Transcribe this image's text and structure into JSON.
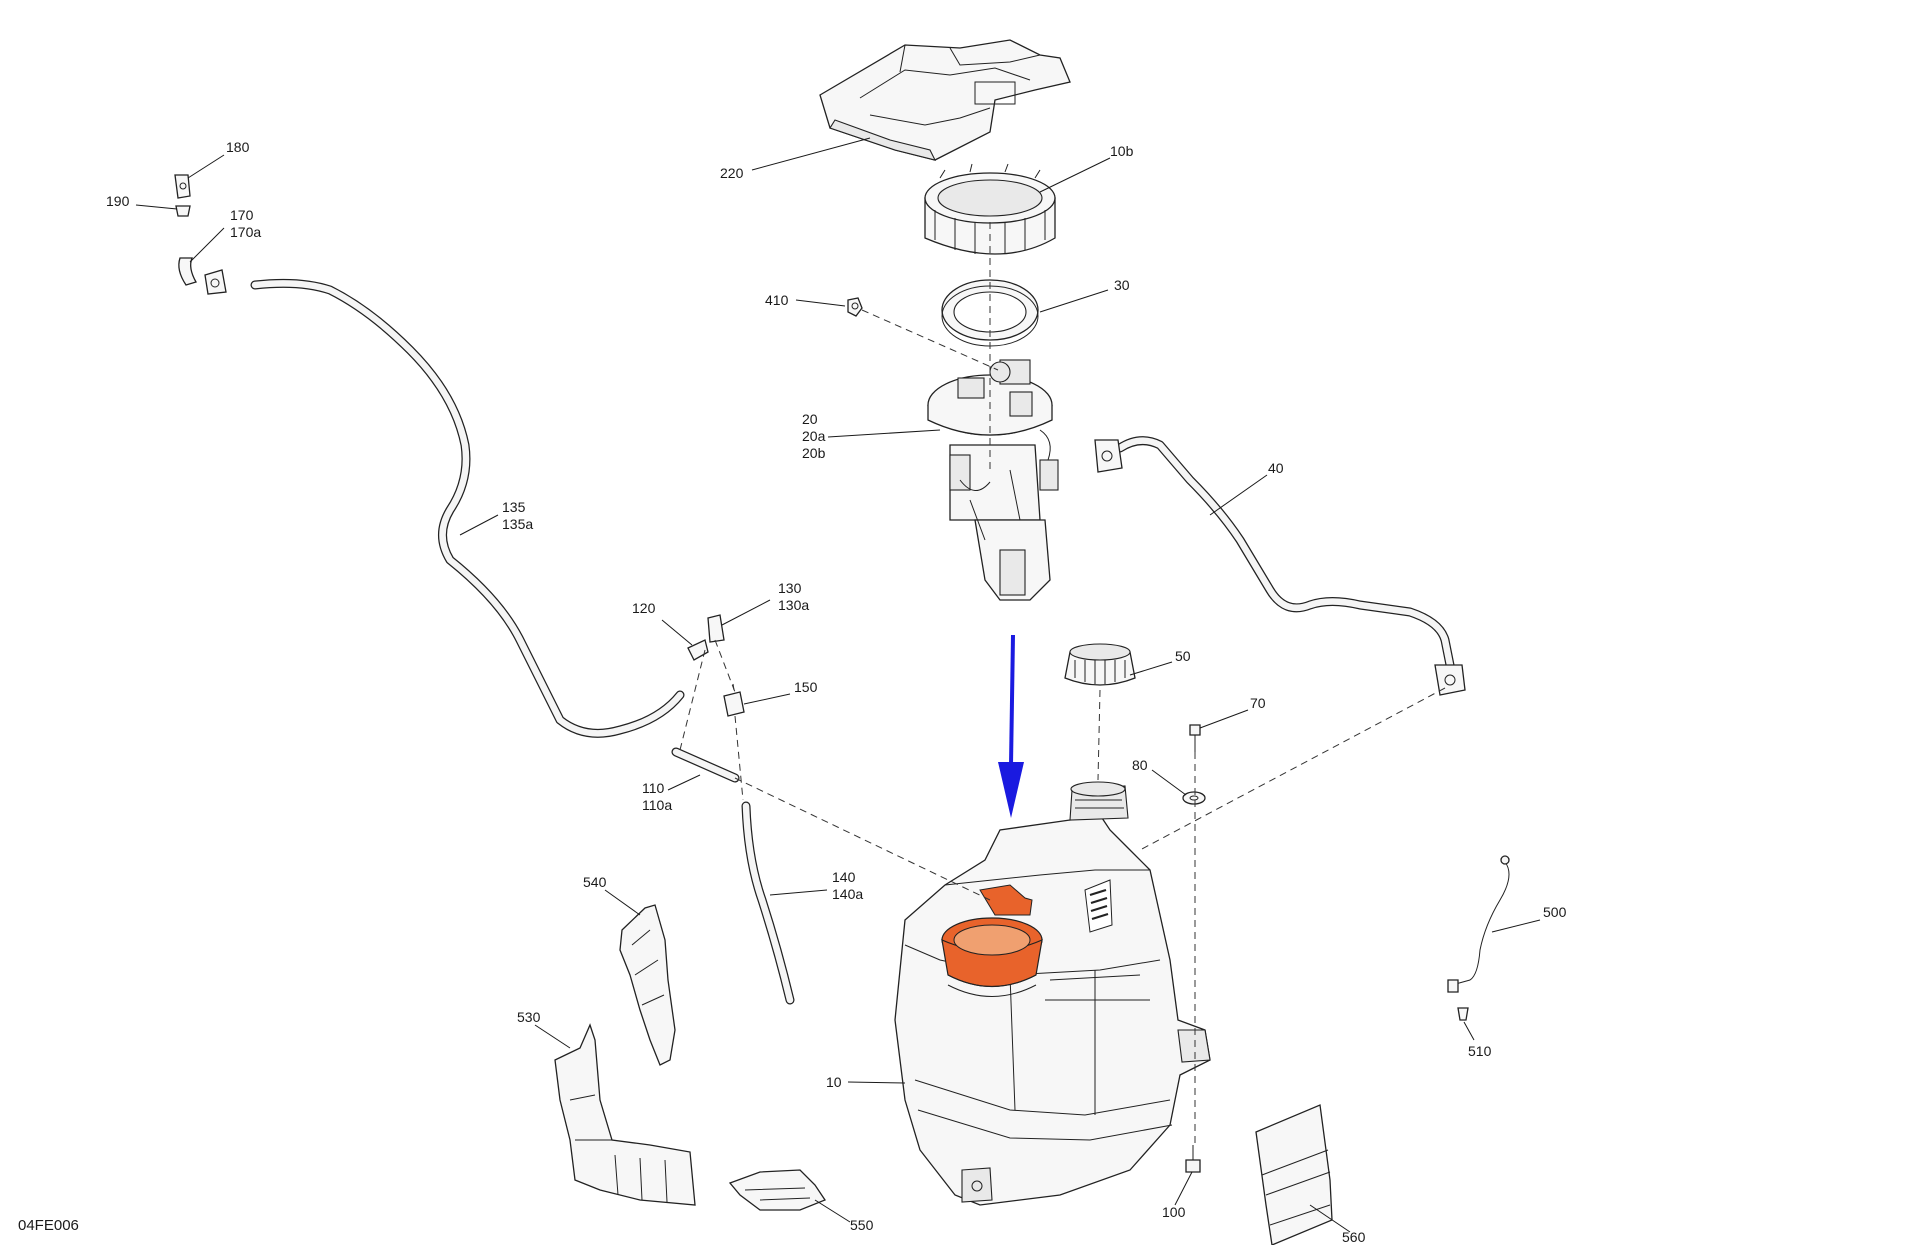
{
  "figure_id": "04FE006",
  "colors": {
    "highlight": "#e8632b",
    "arrow": "#1a1ae0",
    "line": "#1a1a1a"
  },
  "callouts": {
    "c220": "220",
    "c10b": "10b",
    "c180": "180",
    "c190": "190",
    "c170": "170",
    "c170a": "170a",
    "c410": "410",
    "c30": "30",
    "c20": "20",
    "c20a": "20a",
    "c20b": "20b",
    "c40": "40",
    "c135": "135",
    "c135a": "135a",
    "c130": "130",
    "c130a": "130a",
    "c120": "120",
    "c150": "150",
    "c50": "50",
    "c70": "70",
    "c80": "80",
    "c110": "110",
    "c110a": "110a",
    "c140": "140",
    "c140a": "140a",
    "c540": "540",
    "c500": "500",
    "c530": "530",
    "c510": "510",
    "c10": "10",
    "c550": "550",
    "c100": "100",
    "c560": "560"
  }
}
